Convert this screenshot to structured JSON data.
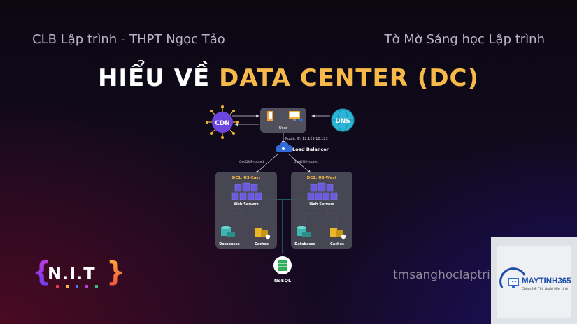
{
  "header": {
    "club": "CLB Lập trình - THPT Ngọc Tảo",
    "slogan": "Tờ Mờ Sáng học Lập trình",
    "title_prefix": "HIỂU VỀ ",
    "title_highlight": "DATA CENTER (DC)"
  },
  "diagram": {
    "cdn": "CDN",
    "dns": "DNS",
    "user": "User",
    "public_ip": "Public IP: 12.123.12.123",
    "load_balancer": "Load Balancer",
    "geodns_left": "GeoDNS-routed",
    "geodns_right": "GeoDNS-routed",
    "dc1": {
      "title": "DC1: US-East",
      "web_servers": "Web Servers",
      "databases": "Databases",
      "caches": "Caches"
    },
    "dc2": {
      "title": "DC2: US-West",
      "web_servers": "Web Servers",
      "databases": "Databases",
      "caches": "Caches"
    },
    "nosql": "NoSQL"
  },
  "footer": {
    "nit_logo": "{N.I.T}",
    "website": "tmsanghoclaptrinh",
    "badge_brand": "MAYTINH365",
    "badge_tagline": "Chia sẻ & Thủ thuật Máy tính"
  },
  "colors": {
    "accent": "#f6b94a",
    "cdn": "#6b47e0",
    "dns": "#2bb6d6",
    "server": "#6a5ae0",
    "db": "#3fb6b0",
    "cache": "#e8b82a",
    "nosql": "#2fae5e"
  }
}
